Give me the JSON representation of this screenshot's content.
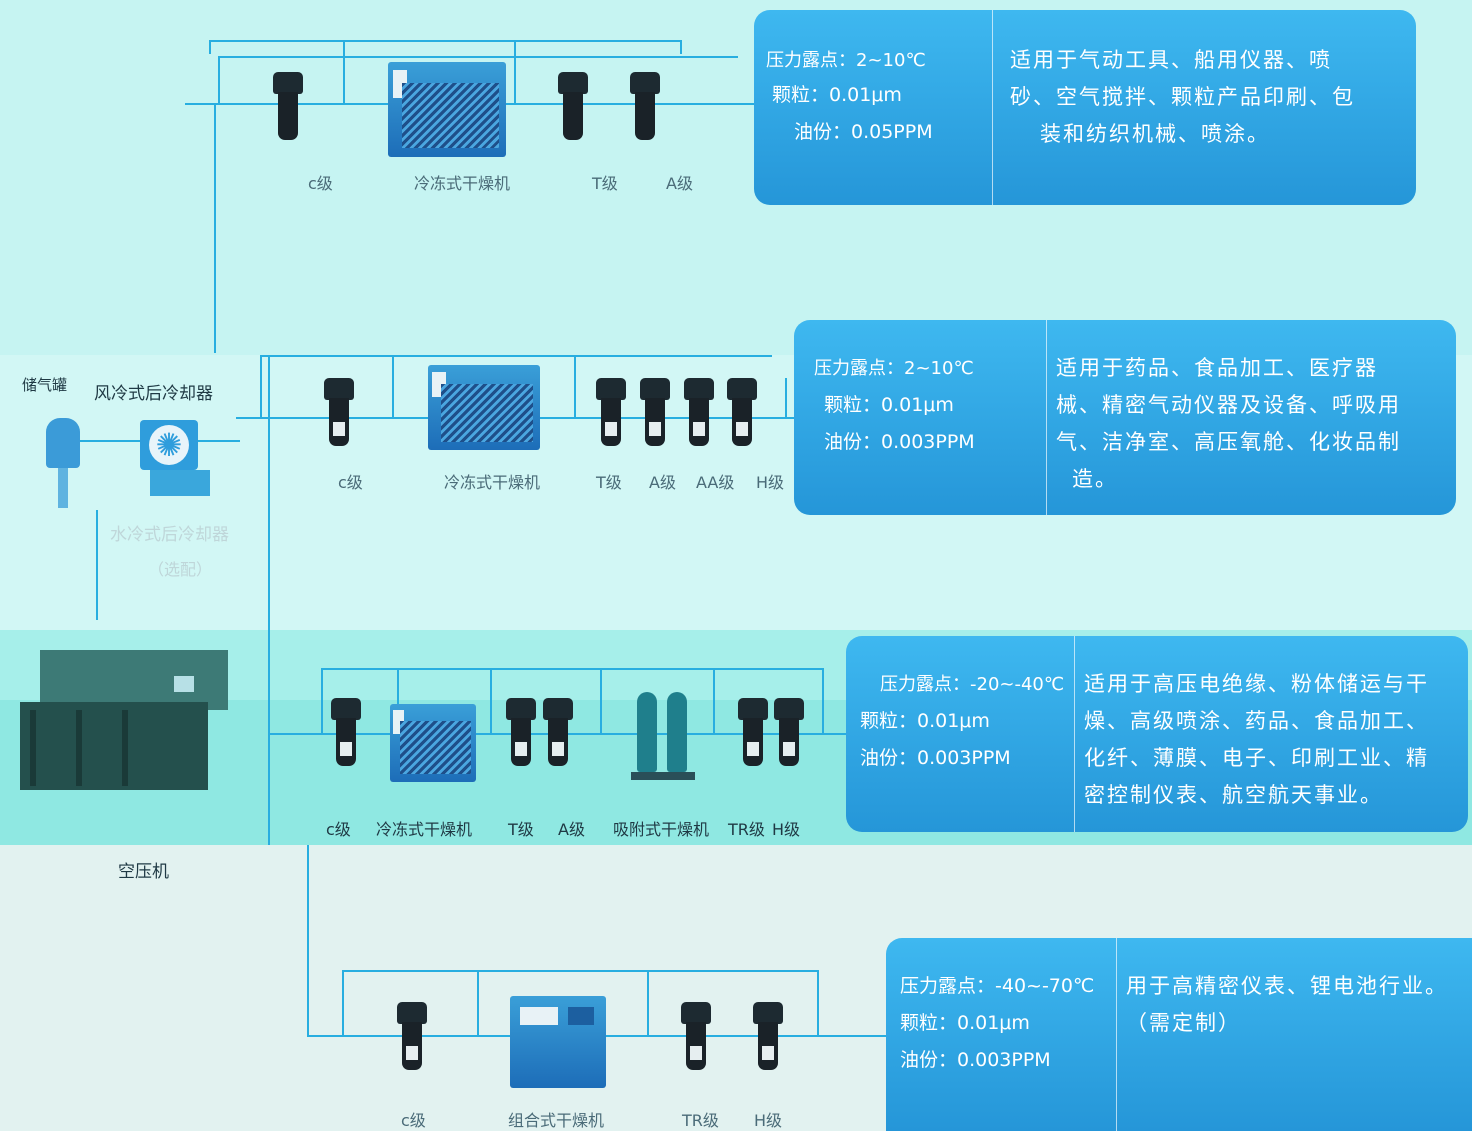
{
  "labels": {
    "c_grade": "c级",
    "t_grade": "T级",
    "a_grade": "A级",
    "aa_grade": "AA级",
    "h_grade": "H级",
    "tr_grade": "TR级",
    "refrigerated_dryer": "冷冻式干燥机",
    "adsorption_dryer": "吸附式干燥机",
    "combined_dryer": "组合式干燥机",
    "air_tank": "储气罐",
    "air_cooler": "风冷式后冷却器",
    "water_cooler": "水冷式后冷却器",
    "optional": "（选配）",
    "compressor": "空压机"
  },
  "cards": [
    {
      "dew_point": "压力露点：2~10℃",
      "particle": "颗粒：0.01μm",
      "oil": "油份：0.05PPM",
      "desc": [
        "适用于气动工具、船用仪器、喷",
        "砂、空气搅拌、颗粒产品印刷、包",
        "装和纺织机械、喷涂。"
      ]
    },
    {
      "dew_point": "压力露点：2~10℃",
      "particle": "颗粒：0.01μm",
      "oil": "油份：0.003PPM",
      "desc": [
        "适用于药品、食品加工、医疗器",
        "械、精密气动仪器及设备、呼吸用",
        "气、洁净室、高压氧舱、化妆品制",
        "造。"
      ]
    },
    {
      "dew_point": "压力露点：-20~-40℃",
      "particle": "颗粒：0.01μm",
      "oil": "油份：0.003PPM",
      "desc": [
        "适用于高压电绝缘、粉体储运与干",
        "燥、高级喷涂、药品、食品加工、",
        "化纤、薄膜、电子、印刷工业、精",
        "密控制仪表、航空航天事业。"
      ]
    },
    {
      "dew_point": "压力露点：-40~-70℃",
      "particle": "颗粒：0.01μm",
      "oil": "油份：0.003PPM",
      "desc": [
        "用于高精密仪表、锂电池行业。",
        "（需定制）"
      ]
    }
  ],
  "colors": {
    "pipe": "#28aee0",
    "card": "#2ea7e6",
    "compressor": "#2a5f5c"
  }
}
